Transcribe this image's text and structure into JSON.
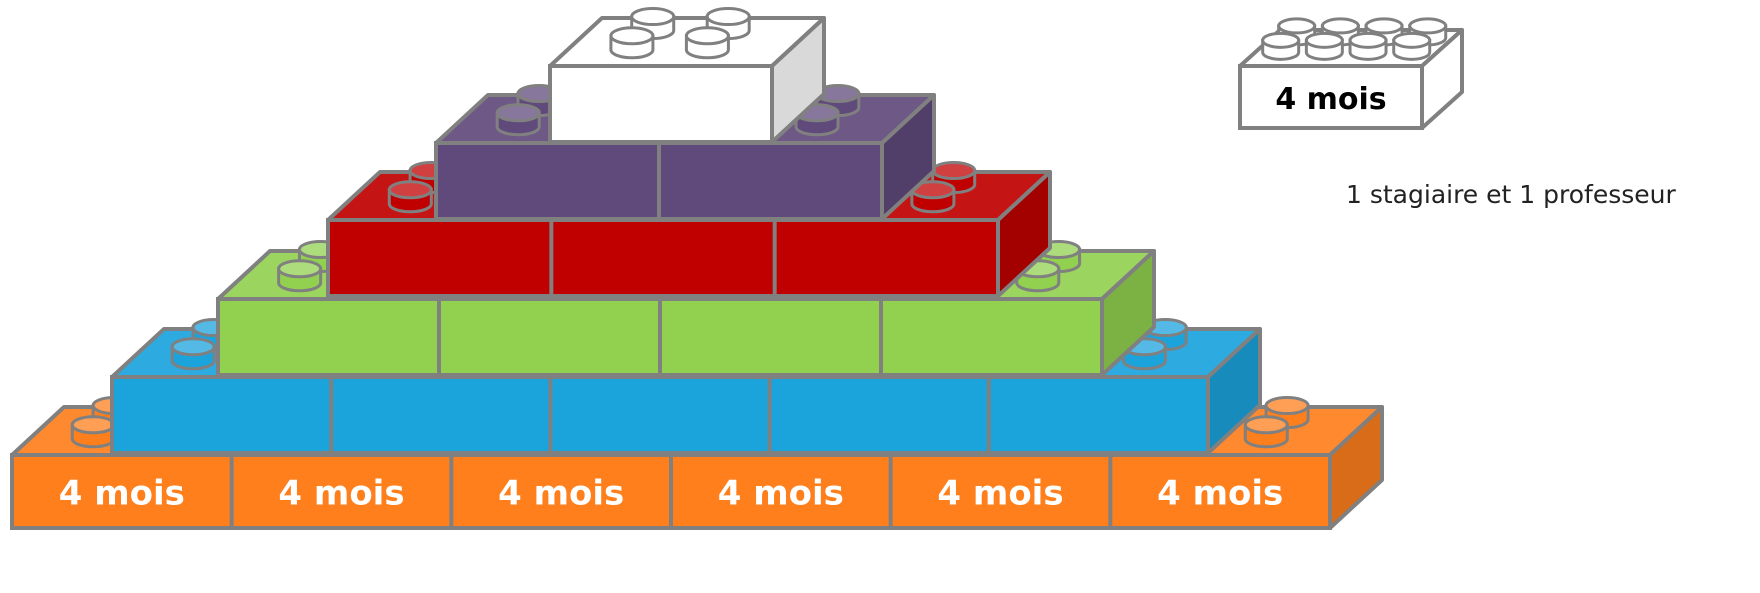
{
  "pyramid": {
    "rows": [
      {
        "color": "#fe7f1c",
        "count": 6,
        "label": "4 mois"
      },
      {
        "color": "#1ba3dc",
        "count": 5,
        "label": ""
      },
      {
        "color": "#92d050",
        "count": 4,
        "label": ""
      },
      {
        "color": "#c00000",
        "count": 3,
        "label": ""
      },
      {
        "color": "#604a7b",
        "count": 2,
        "label": ""
      },
      {
        "color": "#ffffff",
        "count": 1,
        "label": ""
      }
    ],
    "outline_color": "#808080"
  },
  "legend": {
    "brick_label": "4 mois",
    "brick_color": "#ffffff",
    "caption": "1 stagiaire et 1 professeur"
  }
}
